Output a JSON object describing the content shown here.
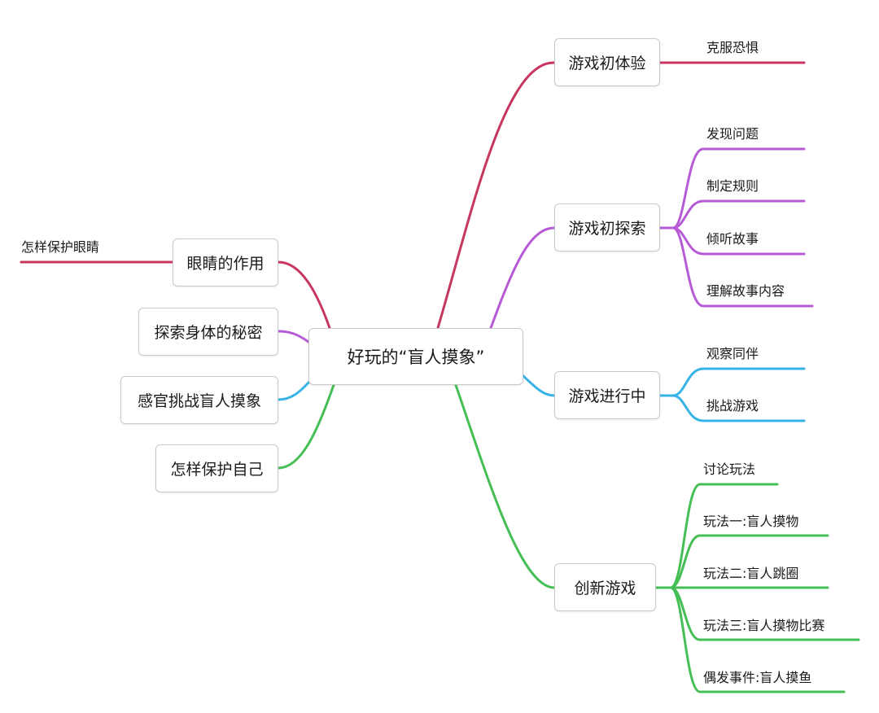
{
  "mindmap": {
    "center": "好玩的“盲人摸象”",
    "colors": {
      "crimson": "#c7365f",
      "purple": "#b65ad6",
      "blue": "#37b3e6",
      "green": "#45bf55"
    },
    "left_branches": [
      {
        "label": "眼睛的作用",
        "color": "#c7365f",
        "children": [
          "怎样保护眼睛"
        ]
      },
      {
        "label": "探索身体的秘密",
        "color": "#b65ad6",
        "children": []
      },
      {
        "label": "感官挑战盲人摸象",
        "color": "#37b3e6",
        "children": []
      },
      {
        "label": "怎样保护自己",
        "color": "#45bf55",
        "children": []
      }
    ],
    "right_branches": [
      {
        "label": "游戏初体验",
        "color": "#c7365f",
        "children": [
          "克服恐惧"
        ]
      },
      {
        "label": "游戏初探索",
        "color": "#b65ad6",
        "children": [
          "发现问题",
          "制定规则",
          "倾听故事",
          "理解故事内容"
        ]
      },
      {
        "label": "游戏进行中",
        "color": "#37b3e6",
        "children": [
          "观察同伴",
          "挑战游戏"
        ]
      },
      {
        "label": "创新游戏",
        "color": "#45bf55",
        "children": [
          "讨论玩法",
          "玩法一:盲人摸物",
          "玩法二:盲人跳圈",
          "玩法三:盲人摸物比赛",
          "偶发事件:盲人摸鱼"
        ]
      }
    ]
  }
}
